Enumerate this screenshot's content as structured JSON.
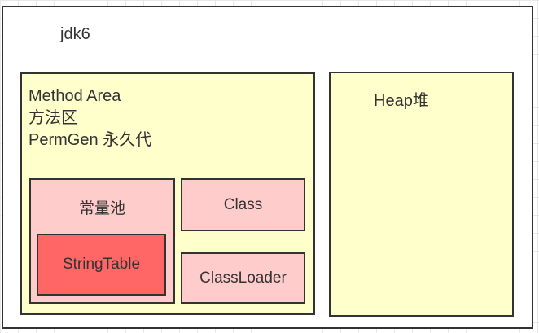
{
  "jdk_label": "jdk6",
  "method_area": {
    "lines": [
      "Method Area",
      "方法区",
      "PermGen 永久代"
    ]
  },
  "constant_pool": {
    "label": "常量池"
  },
  "string_table": {
    "label": "StringTable"
  },
  "class_box": {
    "label": "Class"
  },
  "classloader_box": {
    "label": "ClassLoader"
  },
  "heap": {
    "label": "Heap堆"
  },
  "colors": {
    "outer_fill": "#ffffff",
    "area_fill": "#ffffcc",
    "pool_fill": "#ffcccc",
    "string_table_fill": "#ff6666",
    "stroke": "#333333"
  }
}
